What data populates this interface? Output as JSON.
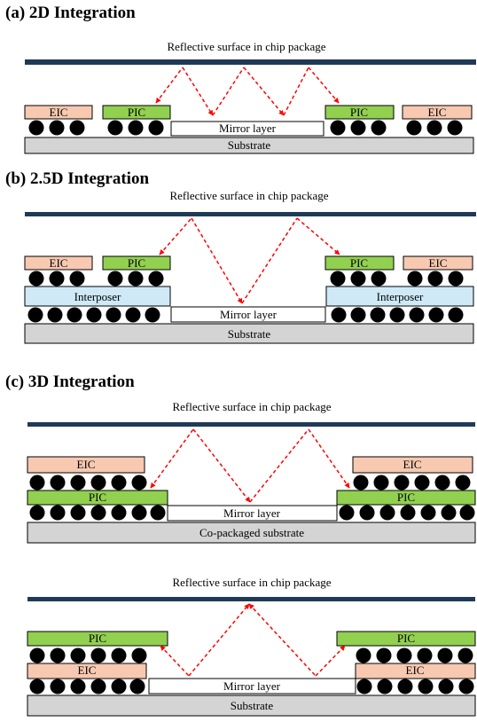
{
  "sections": [
    {
      "title": "(a) 2D Integration",
      "top_label": "Reflective surface in chip package",
      "mirror_label": "Mirror layer",
      "substrate_label": "Substrate",
      "chip_labels": [
        "EIC",
        "PIC",
        "PIC",
        "EIC"
      ]
    },
    {
      "title": "(b) 2.5D Integration",
      "top_label": "Reflective surface in chip package",
      "mirror_label": "Mirror layer",
      "substrate_label": "Substrate",
      "chip_labels": [
        "EIC",
        "PIC",
        "PIC",
        "EIC"
      ],
      "interposer_labels": [
        "Interposer",
        "Interposer"
      ]
    },
    {
      "title": "(c) 3D Integration",
      "top_label": "Reflective surface in chip package",
      "mirror_label": "Mirror layer",
      "substrate_label": "Co-packaged substrate",
      "chip_labels": [
        "EIC",
        "PIC",
        "EIC",
        "PIC"
      ]
    },
    {
      "title": "",
      "top_label": "Reflective surface in chip package",
      "mirror_label": "Mirror layer",
      "substrate_label": "Substrate",
      "chip_labels": [
        "PIC",
        "EIC",
        "PIC",
        "EIC"
      ]
    }
  ],
  "colors": {
    "eic": "#f7c9b1",
    "pic": "#92d050",
    "interposer": "#cfe9f7",
    "substrate": "#d4d4d4",
    "reflective_bar": "#1f3a56",
    "light_path": "#ff0000",
    "bump": "#000000"
  }
}
